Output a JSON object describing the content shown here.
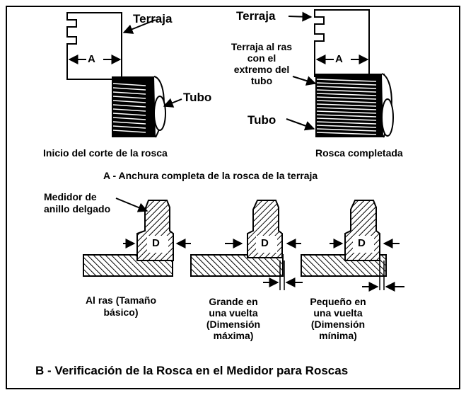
{
  "top": {
    "left_die_label": "Terraja",
    "left_width_marker": "A",
    "left_pipe_label": "Tubo",
    "left_caption": "Inicio del corte de la rosca",
    "right_die_label": "Terraja",
    "right_flush_note": "Terraja al ras con el extremo del tubo",
    "right_width_marker": "A",
    "right_pipe_label": "Tubo",
    "right_caption": "Rosca completada",
    "section_caption": "A - Anchura completa de la rosca de la terraja"
  },
  "bottom": {
    "gauge_label": "Medidor de anillo delgado",
    "gauges": [
      {
        "marker": "D",
        "caption": "Al ras (Tamaño básico)"
      },
      {
        "marker": "D",
        "caption": "Grande en una vuelta (Dimensión máxima)"
      },
      {
        "marker": "D",
        "caption": "Pequeño en una vuelta (Dimensión mínima)"
      }
    ],
    "section_caption": "B - Verificación de la Rosca en el Medidor para Roscas"
  }
}
